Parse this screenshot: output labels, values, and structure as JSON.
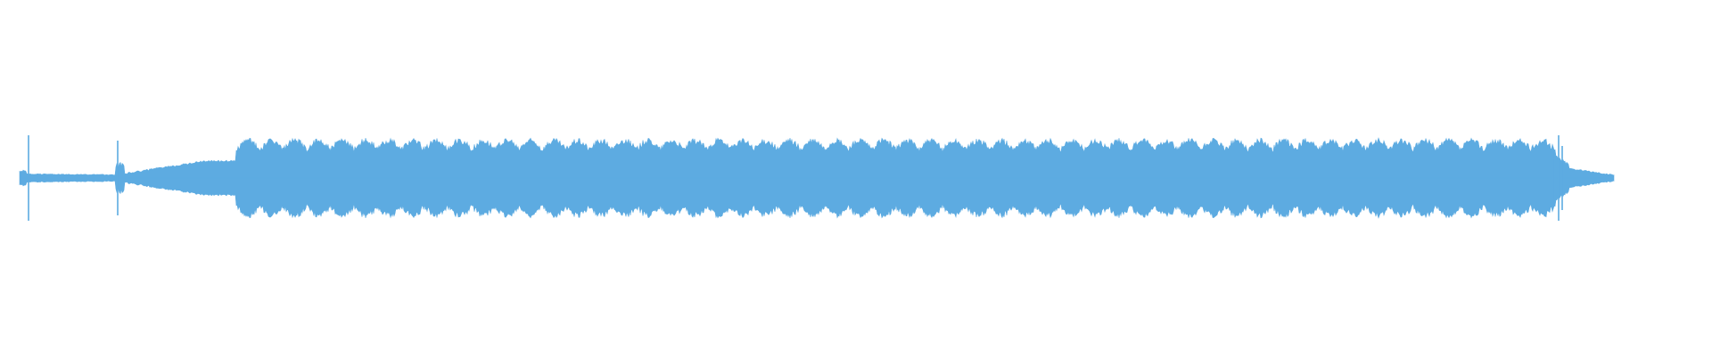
{
  "waveform": {
    "color": "#5dabe1",
    "segments": [
      {
        "kind": "click",
        "label": "initial-click"
      },
      {
        "kind": "decay",
        "label": "first-decay"
      },
      {
        "kind": "click",
        "label": "second-click"
      },
      {
        "kind": "swell",
        "label": "rising-tone"
      },
      {
        "kind": "sustained",
        "label": "modulated-body"
      },
      {
        "kind": "click",
        "label": "final-click"
      },
      {
        "kind": "tail",
        "label": "ending-tail"
      }
    ]
  }
}
